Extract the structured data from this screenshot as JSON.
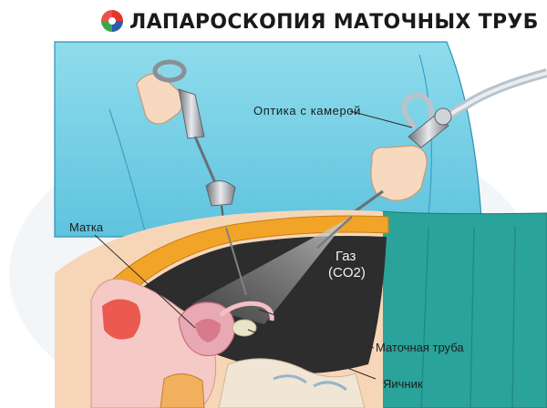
{
  "header": {
    "title": "ЛАПАРОСКОПИЯ МАТОЧНЫХ ТРУБ",
    "logo_icon": "tricolor-swirl-logo-icon",
    "logo_colors": [
      "#e8332a",
      "#2a5db0",
      "#3aa84a"
    ]
  },
  "labels": {
    "optics": "Оптика с камерой",
    "uterus": "Матка",
    "gas_line1": "Газ",
    "gas_line2": "(CO2)",
    "tube": "Маточная труба",
    "ovary": "Яичник"
  },
  "colors": {
    "drape": "#7fd3e8",
    "drape_dark": "#2e8fb5",
    "sheet_green": "#2aa39a",
    "abdominal_wall": "#f2a428",
    "tissue_pink": "#f4c9c6",
    "cavity": "#2d2d2d"
  }
}
